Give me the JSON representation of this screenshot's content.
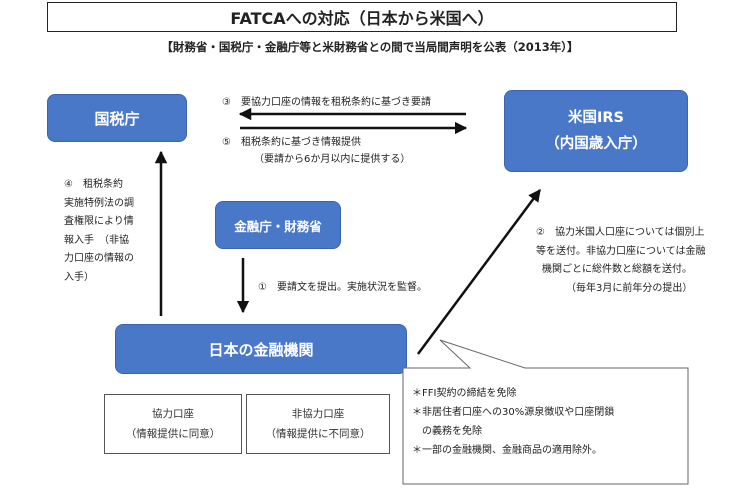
{
  "title": "FATCAへの対応（日本から米国へ）",
  "subtitle": "【財務省・国税庁・金融庁等と米財務省との間で当局間声明を公表（2013年）】",
  "nodes": {
    "nta": "国税庁",
    "irs": {
      "line1": "米国IRS",
      "line2": "（内国歳入庁）"
    },
    "fsa": "金融庁・財務省",
    "bank": "日本の金融機関"
  },
  "steps": {
    "s3": "③　要協力口座の情報を租税条約に基づき要請",
    "s5": {
      "line1": "⑤　租税条約に基づき情報提供",
      "line2": "（要請から6か月以内に提供する）"
    },
    "s4": [
      "④　租税条約",
      "実施特例法の調",
      "査権限により情",
      "報入手　（非協",
      "力口座の情報の",
      "入手）"
    ],
    "s1": "①　要請文を提出。実施状況を監督。",
    "s2": [
      "②　協力米国人口座については個別上",
      "等を送付。非協力口座については金融",
      "機関ごとに総件数と総額を送付。",
      "（毎年3月に前年分の提出）"
    ]
  },
  "accounts": {
    "cooperative": {
      "label": "協力口座",
      "note": "（情報提供に同意）"
    },
    "noncooperative": {
      "label": "非協力口座",
      "note": "（情報提供に不同意）"
    }
  },
  "callout": [
    "＊FFI契約の締結を免除",
    "＊非居住者口座への30%源泉徴収や口座閉鎖",
    "　の義務を免除",
    "＊一部の金融機関、金融商品の適用除外。"
  ],
  "colors": {
    "node_fill": "#4a78c8",
    "node_text": "#ffffff",
    "arrow": "#111111"
  }
}
